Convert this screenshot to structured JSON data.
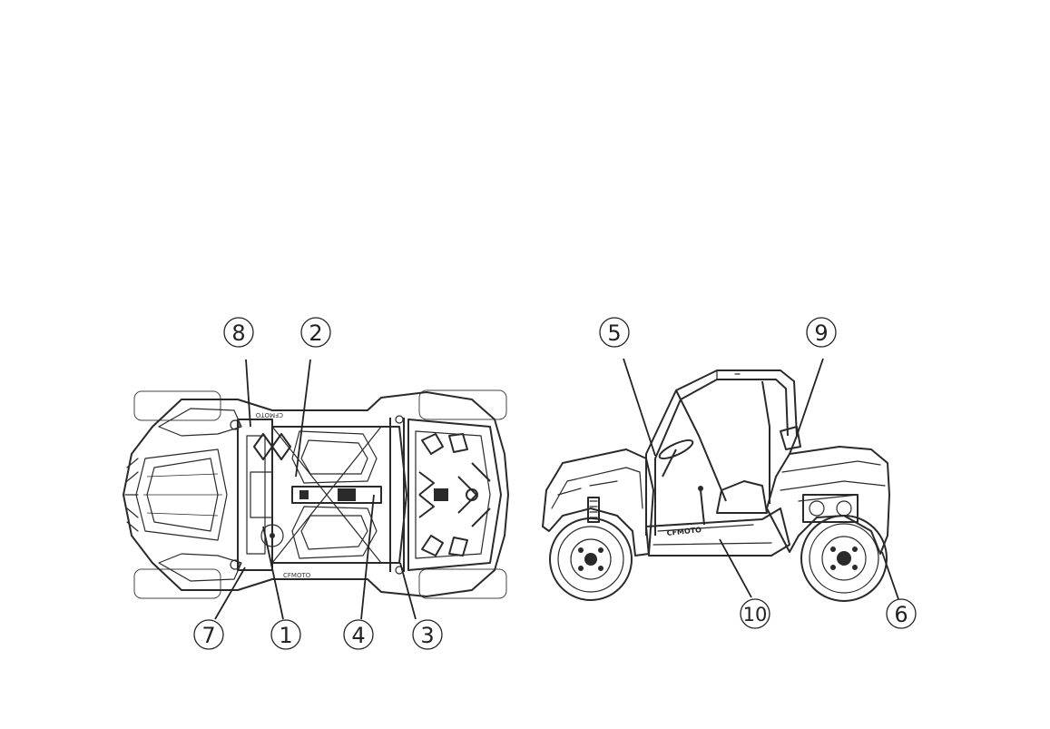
{
  "figure": {
    "callouts": [
      {
        "id": "c1",
        "label": "1"
      },
      {
        "id": "c2",
        "label": "2"
      },
      {
        "id": "c3",
        "label": "3"
      },
      {
        "id": "c4",
        "label": "4"
      },
      {
        "id": "c5",
        "label": "5"
      },
      {
        "id": "c6",
        "label": "6"
      },
      {
        "id": "c7",
        "label": "7"
      },
      {
        "id": "c8",
        "label": "8"
      },
      {
        "id": "c9",
        "label": "9"
      },
      {
        "id": "c10",
        "label": "10"
      }
    ],
    "brand_logo_text": "CFMOTO"
  }
}
